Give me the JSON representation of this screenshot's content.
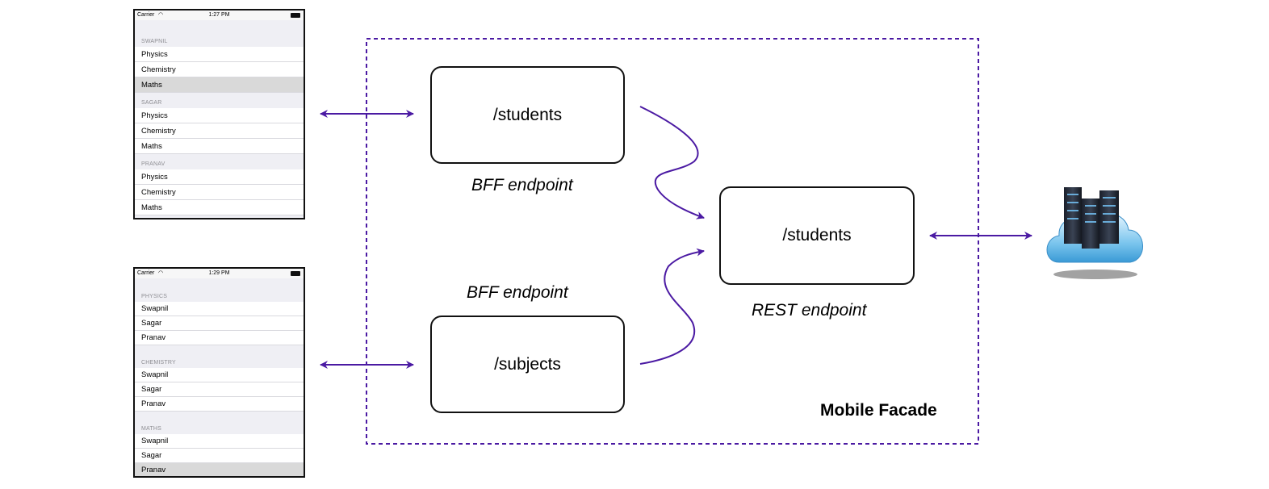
{
  "phone_students": {
    "status": {
      "carrier": "Carrier",
      "time": "1:27 PM"
    },
    "sections": [
      {
        "header": "SWAPNIL",
        "rows": [
          "Physics",
          "Chemistry",
          "Maths"
        ]
      },
      {
        "header": "SAGAR",
        "rows": [
          "Physics",
          "Chemistry",
          "Maths"
        ]
      },
      {
        "header": "PRANAV",
        "rows": [
          "Physics",
          "Chemistry",
          "Maths"
        ]
      }
    ]
  },
  "phone_subjects": {
    "status": {
      "carrier": "Carrier",
      "time": "1:29 PM"
    },
    "sections": [
      {
        "header": "PHYSICS",
        "rows": [
          "Swapnil",
          "Sagar",
          "Pranav"
        ]
      },
      {
        "header": "CHEMISTRY",
        "rows": [
          "Swapnil",
          "Sagar",
          "Pranav"
        ]
      },
      {
        "header": "MATHS",
        "rows": [
          "Swapnil",
          "Sagar",
          "Pranav"
        ]
      }
    ]
  },
  "nodes": {
    "bff_students": {
      "label": "/students",
      "caption": "BFF endpoint"
    },
    "bff_subjects": {
      "label": "/subjects",
      "caption": "BFF endpoint"
    },
    "rest_students": {
      "label": "/students",
      "caption": "REST endpoint"
    }
  },
  "facade": {
    "label": "Mobile Facade",
    "border_color": "#4b1aa3"
  },
  "colors": {
    "arrow": "#4b1aa3"
  },
  "icons": {
    "server": "cloud-server-icon",
    "wifi": "wifi-icon",
    "battery": "battery-icon"
  }
}
